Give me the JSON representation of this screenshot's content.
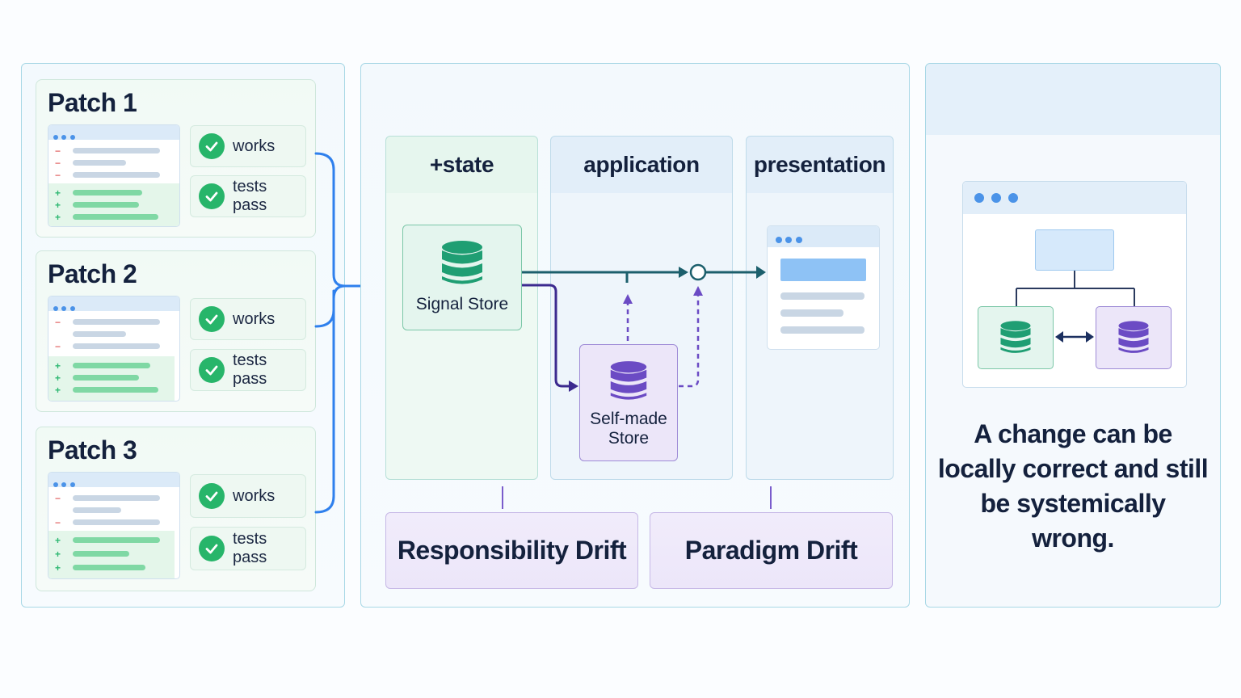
{
  "patches": [
    {
      "title": "Patch 1",
      "status": [
        "works",
        "tests pass"
      ]
    },
    {
      "title": "Patch 2",
      "status": [
        "works",
        "tests pass"
      ]
    },
    {
      "title": "Patch 3",
      "status": [
        "works",
        "tests pass"
      ]
    }
  ],
  "diff_markers": {
    "removed": "−",
    "added": "+"
  },
  "layers": [
    {
      "label": "+state"
    },
    {
      "label": "application"
    },
    {
      "label": "presentation"
    }
  ],
  "stores": {
    "signal": "Signal Store",
    "self_made": "Self-made Store"
  },
  "drifts": {
    "responsibility": "Responsibility Drift",
    "paradigm": "Paradigm Drift"
  },
  "caption": "A change can be locally correct and still be systemically wrong.",
  "colors": {
    "accent_blue": "#2f80ed",
    "green_store": "#1f9e73",
    "purple_store": "#6b4bc4",
    "check_green": "#27b56a",
    "teal_arrow": "#1c5f6c",
    "purple_arrow": "#3c2a8f"
  },
  "icons": [
    "check-icon",
    "database-icon",
    "window-dots-icon",
    "arrow-icon",
    "junction-circle-icon",
    "double-arrow-icon"
  ]
}
